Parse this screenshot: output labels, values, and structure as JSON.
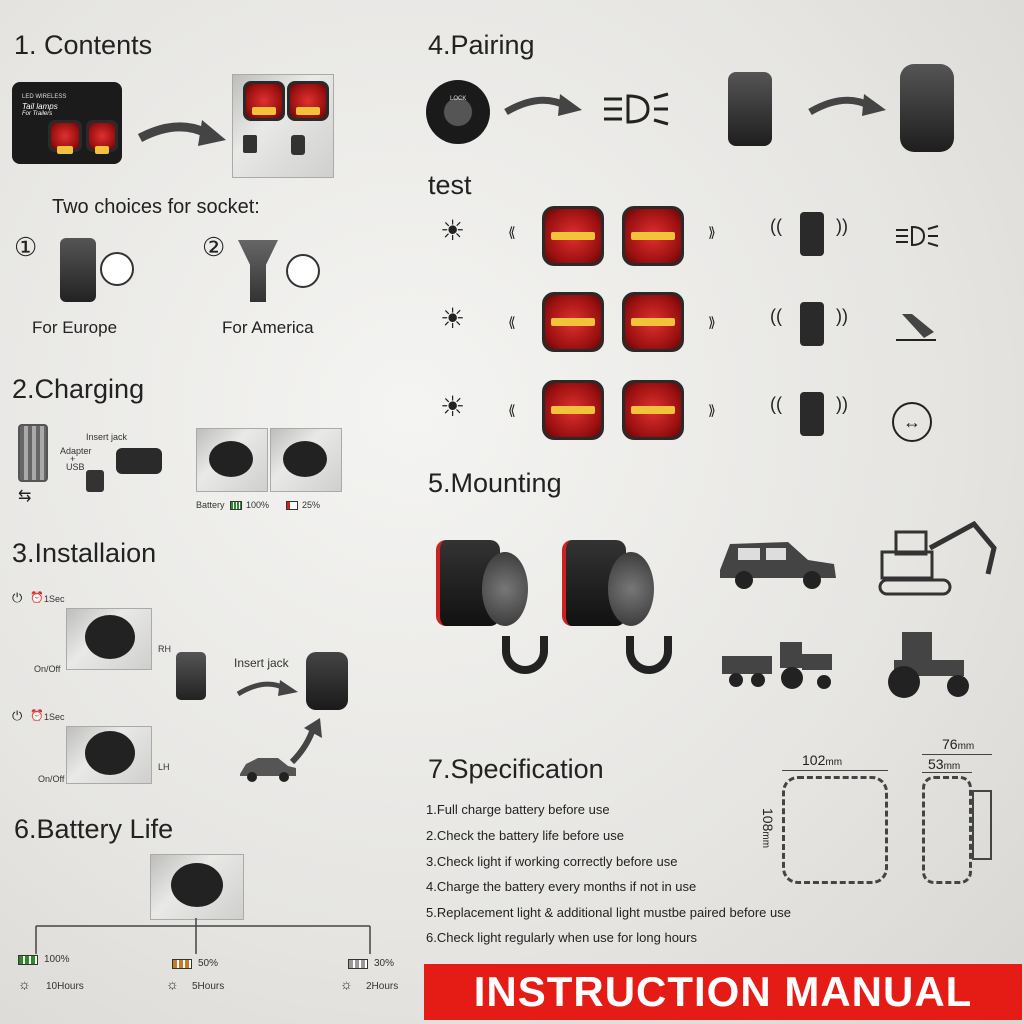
{
  "contents": {
    "title": "1. Contents",
    "case_brand": "LED WIRELESS",
    "case_title_1": "Tail lamps",
    "case_title_2": "For Trailers",
    "sockets_title": "Two choices for socket:",
    "choice1_num": "①",
    "choice2_num": "②",
    "europe": "For Europe",
    "america": "For America"
  },
  "charging": {
    "title": "2.Charging",
    "insert_jack": "Insert jack",
    "adapter": "Adapter",
    "plus": "+",
    "usb": "USB",
    "battery": "Battery",
    "full": "100%",
    "low": "25%"
  },
  "installation": {
    "title": "3.Installaion",
    "timer1": "1Sec",
    "timer2": "1Sec",
    "rh": "RH",
    "lh": "LH",
    "onoff1": "On/Off",
    "onoff2": "On/Off",
    "insert_jack": "Insert jack"
  },
  "battery_life": {
    "title": "6.Battery Life",
    "levels": [
      {
        "pct": "100%",
        "hours": "10Hours"
      },
      {
        "pct": "50%",
        "hours": "5Hours"
      },
      {
        "pct": "30%",
        "hours": "2Hours"
      }
    ]
  },
  "pairing": {
    "title": "4.Pairing",
    "lock_label": "LOCK"
  },
  "test": {
    "title": "test"
  },
  "mounting": {
    "title": "5.Mounting"
  },
  "specification": {
    "title": "7.Specification",
    "items": [
      "1.Full charge battery before use",
      "2.Check the battery life before use",
      "3.Check light if working correctly before use",
      "4.Charge the battery every months if not in use",
      "5.Replacement light & additional light mustbe paired before use",
      "6.Check light regularly when use for long hours"
    ],
    "width": "102",
    "height": "108",
    "depth_total": "76",
    "depth_body": "53",
    "unit": "mm"
  },
  "banner": "INSTRUCTION MANUAL",
  "icons": {
    "arrow": "curved-arrow-icon",
    "bulb": "light-bulb-icon",
    "headlight": "headlight-icon",
    "brake": "brake-pedal-icon",
    "turn": "turn-signal-icon",
    "magnet": "magnet-icon"
  }
}
